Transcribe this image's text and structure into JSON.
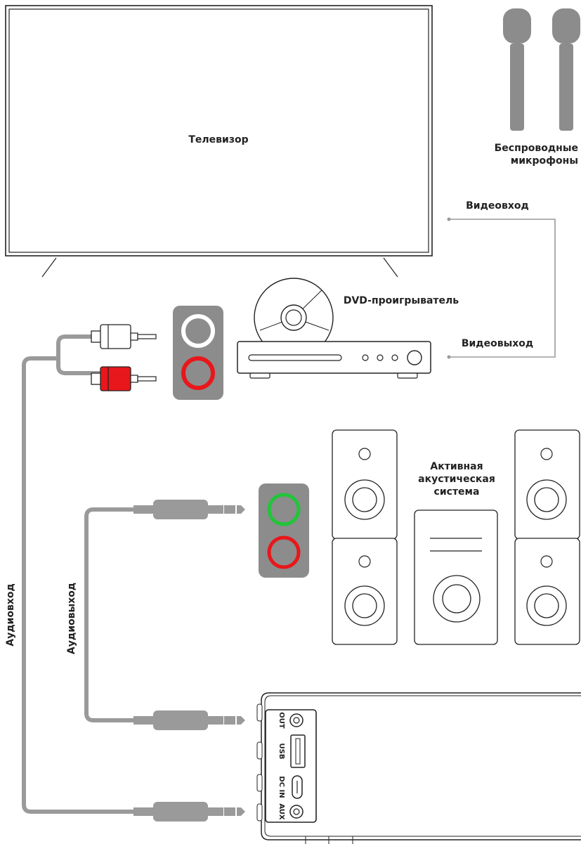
{
  "labels": {
    "tv": "Телевизор",
    "mics_line1": "Беспроводные",
    "mics_line2": "микрофоны",
    "video_in": "Видеовход",
    "dvd": "DVD-проигрыватель",
    "video_out": "Видеовыход",
    "speakers_line1": "Активная",
    "speakers_line2": "акустическая",
    "speakers_line3": "система",
    "audio_in": "Аудиовход",
    "audio_out": "Аудиовыход",
    "port_out": "OUT",
    "port_usb": "USB",
    "port_dcin": "DC IN",
    "port_aux": "AUX"
  },
  "colors": {
    "outline": "#222222",
    "cable": "#9a9a9a",
    "panel": "#8c8c8c",
    "rca_red": "#e8171b",
    "jack_green": "#22c43a",
    "jack_red": "#e8171b",
    "jack_white": "#ffffff",
    "mic": "#8c8c8c"
  }
}
